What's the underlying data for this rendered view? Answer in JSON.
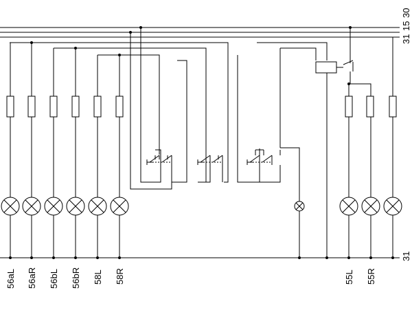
{
  "bus_labels": {
    "top_1": "31",
    "top_2": "15",
    "top_3": "30",
    "bottom": "31"
  },
  "lamp_labels": [
    "56aL",
    "56aR",
    "56bL",
    "56bR",
    "58L",
    "58R",
    "55L",
    "55R"
  ],
  "colors": {
    "line": "#000000",
    "background": "#ffffff"
  }
}
